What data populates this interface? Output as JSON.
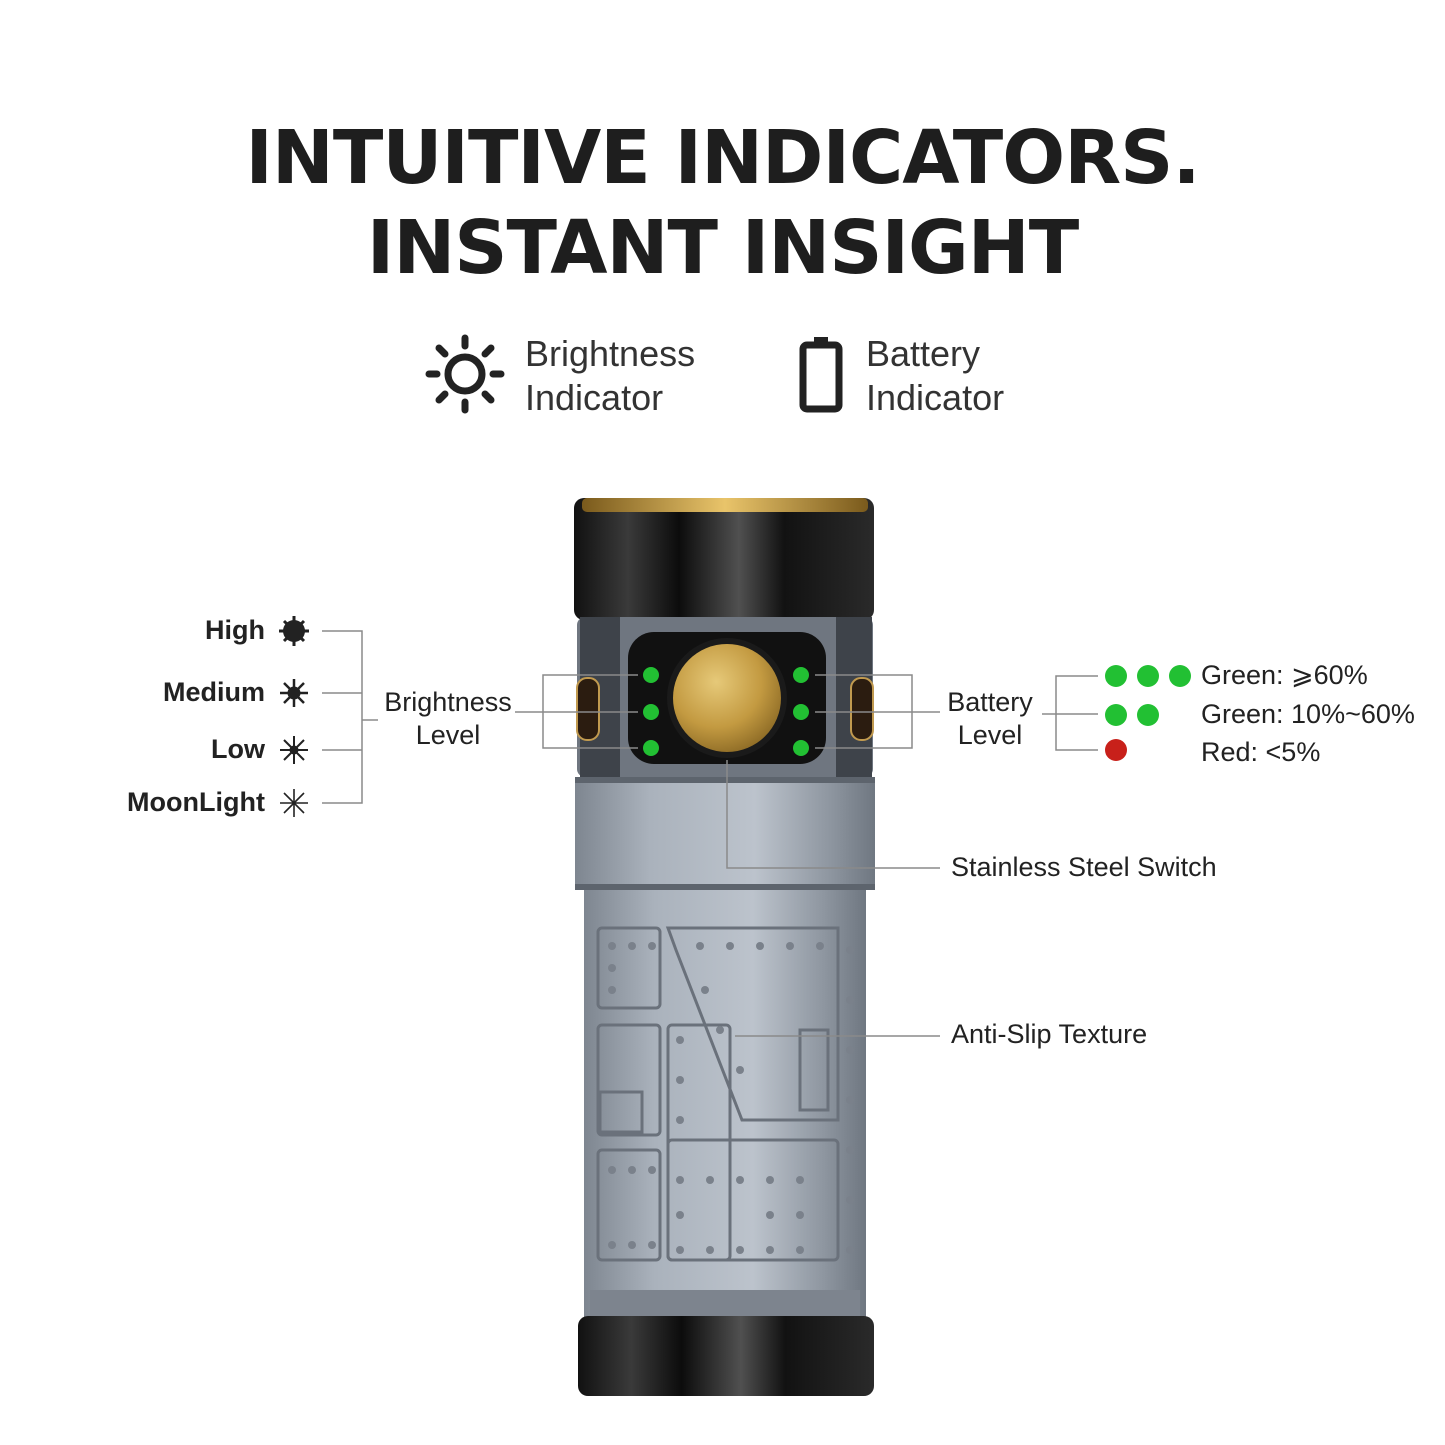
{
  "headline": {
    "line1": "INTUITIVE INDICATORS.",
    "line2": "INSTANT INSIGHT"
  },
  "legend": {
    "brightness": {
      "line1": "Brightness",
      "line2": "Indicator",
      "icon": "sun-icon"
    },
    "battery": {
      "line1": "Battery",
      "line2": "Indicator",
      "icon": "battery-icon"
    }
  },
  "brightness_modes": [
    {
      "label": "High",
      "icon": "sun-filled-icon"
    },
    {
      "label": "Medium",
      "icon": "sun-medium-icon"
    },
    {
      "label": "Low",
      "icon": "sun-low-icon"
    },
    {
      "label": "MoonLight",
      "icon": "sun-moonlight-icon"
    }
  ],
  "brightness_level": {
    "line1": "Brightness",
    "line2": "Level"
  },
  "battery_level": {
    "line1": "Battery",
    "line2": "Level",
    "rows": [
      {
        "text": "Green: ⩾60%",
        "dots": 3,
        "color": "#22c033"
      },
      {
        "text": "Green: 10%~60%",
        "dots": 2,
        "color": "#22c033"
      },
      {
        "text": "Red: <5%",
        "dots": 1,
        "color": "#c8201a"
      }
    ]
  },
  "callouts": {
    "switch": "Stainless Steel Switch",
    "texture": "Anti-Slip Texture"
  },
  "colors": {
    "led_green": "#22c033",
    "led_red": "#c8201a",
    "brass": "#c9a24a",
    "body_gray": "#9aa2ad"
  }
}
